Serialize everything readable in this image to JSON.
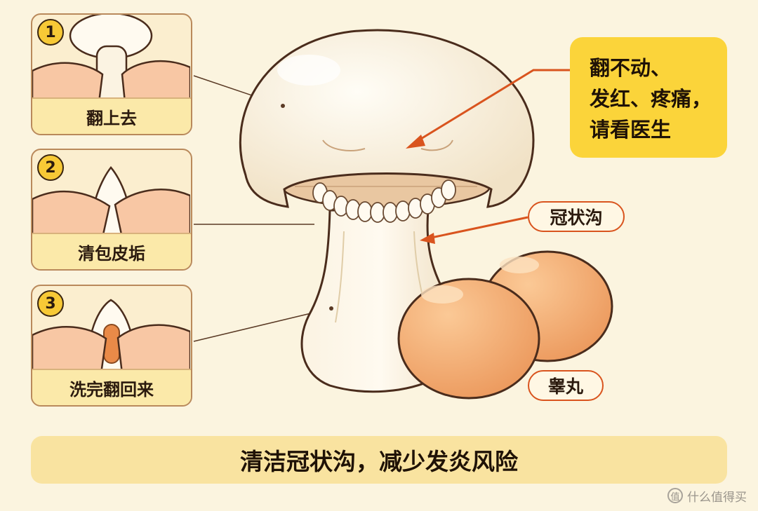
{
  "steps": [
    {
      "number": "1",
      "label": "翻上去"
    },
    {
      "number": "2",
      "label": "清包皮垢"
    },
    {
      "number": "3",
      "label": "洗完翻回来"
    }
  ],
  "warning": {
    "lines": [
      "翻不动、",
      "发红、疼痛，",
      "请看医生"
    ]
  },
  "labels": {
    "groove": "冠状沟",
    "testicles": "睾丸"
  },
  "banner": {
    "text": "清洁冠状沟，减少发炎风险"
  },
  "watermark": {
    "logo": "值",
    "text": "什么值得买"
  },
  "colors": {
    "accent": "#d9541e",
    "warning_bg": "#fbd43a",
    "banner_bg": "#f9e3a0",
    "step_badge": "#f7c936"
  }
}
